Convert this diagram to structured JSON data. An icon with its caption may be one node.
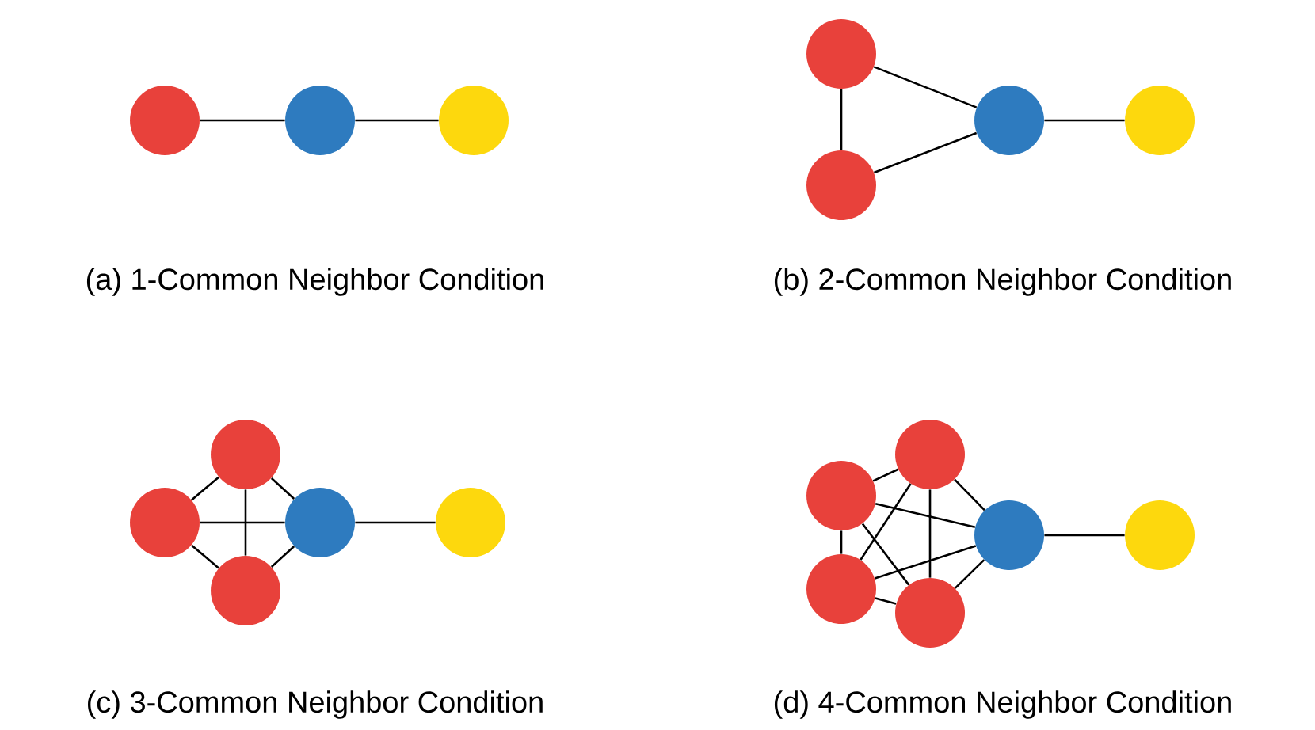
{
  "diagram": {
    "nodes": [
      {
        "text": [],
        "shape": "circle"
      },
      {
        "text": [],
        "shape": "circle"
      },
      {
        "text": [],
        "shape": "circle"
      },
      {
        "text": [],
        "shape": "circle"
      },
      {
        "text": [],
        "shape": "circle"
      },
      {
        "text": [],
        "shape": "circle"
      },
      {
        "text": [],
        "shape": "circle"
      },
      {
        "text": [],
        "shape": "circle"
      },
      {
        "text": [],
        "shape": "circle"
      },
      {
        "text": [],
        "shape": "circle"
      },
      {
        "text": [],
        "shape": "circle"
      },
      {
        "text": [],
        "shape": "circle"
      },
      {
        "text": [],
        "shape": "circle"
      },
      {
        "text": [],
        "shape": "circle"
      },
      {
        "text": [],
        "shape": "circle"
      },
      {
        "text": [],
        "shape": "circle"
      },
      {
        "text": [],
        "shape": "circle"
      },
      {
        "text": [],
        "shape": "circle"
      }
    ],
    "edges": [
      {
        "from": 0,
        "to": 1,
        "arrow": "none"
      },
      {
        "from": 1,
        "to": 2,
        "arrow": "none"
      },
      {
        "from": 3,
        "to": 4,
        "arrow": "none"
      },
      {
        "from": 3,
        "to": 5,
        "arrow": "none"
      },
      {
        "from": 4,
        "to": 5,
        "arrow": "none"
      },
      {
        "from": 5,
        "to": 6,
        "arrow": "none"
      },
      {
        "from": 7,
        "to": 8,
        "arrow": "none"
      },
      {
        "from": 7,
        "to": 9,
        "arrow": "none"
      },
      {
        "from": 7,
        "to": 10,
        "arrow": "none"
      },
      {
        "from": 8,
        "to": 9,
        "arrow": "none"
      },
      {
        "from": 8,
        "to": 10,
        "arrow": "none"
      },
      {
        "from": 9,
        "to": 10,
        "arrow": "none"
      },
      {
        "from": 10,
        "to": 11,
        "arrow": "none"
      },
      {
        "from": 12,
        "to": 13,
        "arrow": "none"
      },
      {
        "from": 12,
        "to": 14,
        "arrow": "none"
      },
      {
        "from": 12,
        "to": 15,
        "arrow": "none"
      },
      {
        "from": 12,
        "to": 16,
        "arrow": "none"
      },
      {
        "from": 13,
        "to": 14,
        "arrow": "none"
      },
      {
        "from": 13,
        "to": 15,
        "arrow": "none"
      },
      {
        "from": 13,
        "to": 16,
        "arrow": "none"
      },
      {
        "from": 14,
        "to": 15,
        "arrow": "none"
      },
      {
        "from": 14,
        "to": 16,
        "arrow": "none"
      },
      {
        "from": 15,
        "to": 16,
        "arrow": "none"
      },
      {
        "from": 16,
        "to": 17,
        "arrow": "none"
      }
    ],
    "labels": [
      "(a) 1-Common Neighbor Condition",
      "(b) 2-Common Neighbor Condition",
      "(c) 3-Common Neighbor Condition",
      "(d) 4-Common Neighbor Condition"
    ]
  }
}
